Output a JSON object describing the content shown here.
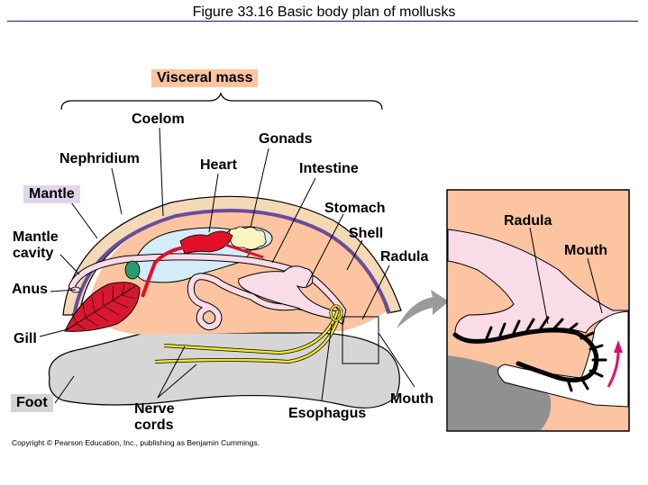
{
  "figure": {
    "title": "Figure 33.16  Basic body plan of mollusks",
    "copyright": "Copyright © Pearson Education, Inc., publishing as Benjamin Cummings."
  },
  "labels": {
    "visceral_mass": "Visceral mass",
    "coelom": "Coelom",
    "gonads": "Gonads",
    "nephridium": "Nephridium",
    "heart": "Heart",
    "intestine": "Intestine",
    "mantle": "Mantle",
    "stomach": "Stomach",
    "mantle_cavity_line1": "Mantle",
    "mantle_cavity_line2": "cavity",
    "shell": "Shell",
    "radula": "Radula",
    "anus": "Anus",
    "gill": "Gill",
    "foot": "Foot",
    "nerve_cords_line1": "Nerve",
    "nerve_cords_line2": "cords",
    "esophagus": "Esophagus",
    "mouth": "Mouth",
    "inset_radula": "Radula",
    "inset_mouth": "Mouth"
  },
  "colors": {
    "visceral_mass_tag": "#fdc4a0",
    "mantle_tag": "#e0d6ec",
    "foot_tag": "#d4d4d4",
    "shell": "#f3d9b5",
    "mantle_purple": "#6a4c9c",
    "body_tissue": "#fcc4a0",
    "coelom_blue": "#d4ecf8",
    "heart_red": "#e0102a",
    "gill_red": "#d81830",
    "gut_pink": "#fadbe8",
    "nephridium_green": "#2a9a6e",
    "gonads_yellow": "#faf4c0",
    "nerve_yellow": "#f0e828",
    "foot_gray": "#d6d6d6",
    "arrow_gray": "#9a9a9a",
    "radula_black": "#000000",
    "motion_arrow_magenta": "#e0106a"
  }
}
